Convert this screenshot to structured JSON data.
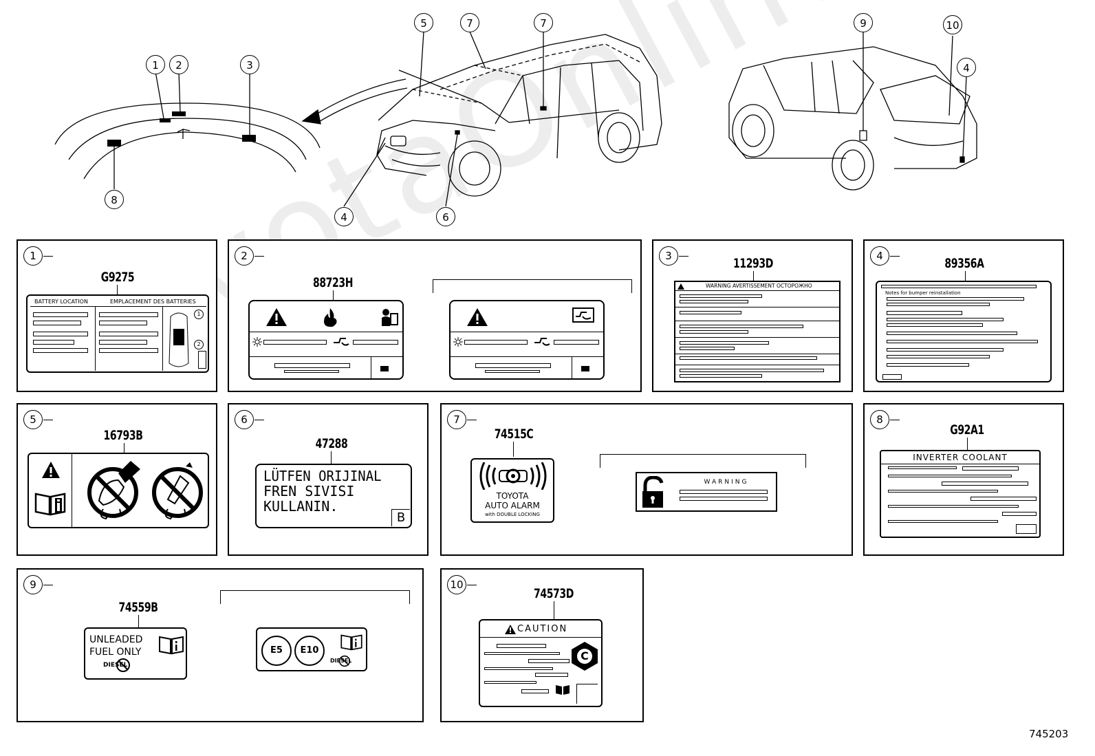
{
  "diagram_id": "745203",
  "watermark": "ToyotaOnline.ru",
  "callouts": [
    "1",
    "2",
    "3",
    "4",
    "5",
    "6",
    "7",
    "8",
    "9",
    "10"
  ],
  "panels": {
    "p1": {
      "num": "1",
      "code": "G9275",
      "header_left": "BATTERY LOCATION",
      "header_right": "EMPLACEMENT DES BATTERIES",
      "mini_1": "1",
      "mini_2": "2"
    },
    "p2": {
      "num": "2",
      "code": "88723H"
    },
    "p3": {
      "num": "3",
      "code": "11293D",
      "header": "WARNING AVERTISSEMENT OCTOPOЖHO"
    },
    "p4": {
      "num": "4",
      "code": "89356A",
      "note": "Notes for bumper reinstallation"
    },
    "p5": {
      "num": "5",
      "code": "16793B"
    },
    "p6": {
      "num": "6",
      "code": "47288",
      "line1": "LÜTFEN ORIJINAL",
      "line2": "FREN SIVISI",
      "line3": "KULLANIN.",
      "corner": "B"
    },
    "p7": {
      "num": "7",
      "code": "74515C",
      "alarm_line1": "TOYOTA",
      "alarm_line2": "AUTO ALARM",
      "alarm_line3": "with DOUBLE LOCKING",
      "warning": "WARNING"
    },
    "p8": {
      "num": "8",
      "code": "G92A1",
      "header": "INVERTER COOLANT"
    },
    "p9": {
      "num": "9",
      "code": "74559B",
      "fuel_line1": "UNLEADED",
      "fuel_line2": "FUEL ONLY",
      "diesel": "DIESEL",
      "e5": "E5",
      "e10": "E10",
      "diesel2": "DIESEL"
    },
    "p10": {
      "num": "10",
      "code": "74573D",
      "caution": "CAUTION",
      "badge": "C"
    }
  }
}
